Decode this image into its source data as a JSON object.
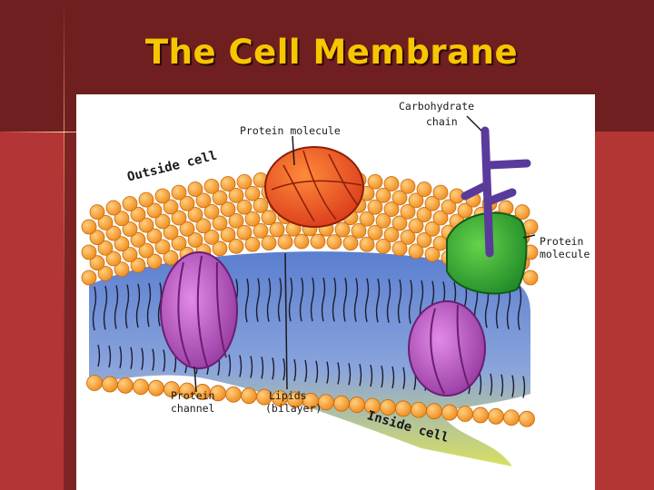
{
  "slide": {
    "title": "The Cell Membrane"
  },
  "diagram": {
    "labels": {
      "outside_cell": "Outside cell",
      "inside_cell": "Inside cell",
      "protein_molecule_top": "Protein molecule",
      "carbohydrate_line1": "Carbohydrate",
      "carbohydrate_line2": "chain",
      "protein_right_line1": "Protein",
      "protein_right_line2": "molecule",
      "channel_line1": "Protein",
      "channel_line2": "channel",
      "lipids_line1": "Lipids",
      "lipids_line2": "(bilayer)"
    }
  },
  "colors": {
    "background_dark": "#6e1f1f",
    "background_red": "#b43634",
    "title": "#f7c600",
    "lipid_head": "#f7a33a",
    "protein_red": "#f05a1a",
    "protein_green": "#3aa832",
    "protein_purple": "#b050b8",
    "carbohydrate": "#5a3a9a"
  }
}
